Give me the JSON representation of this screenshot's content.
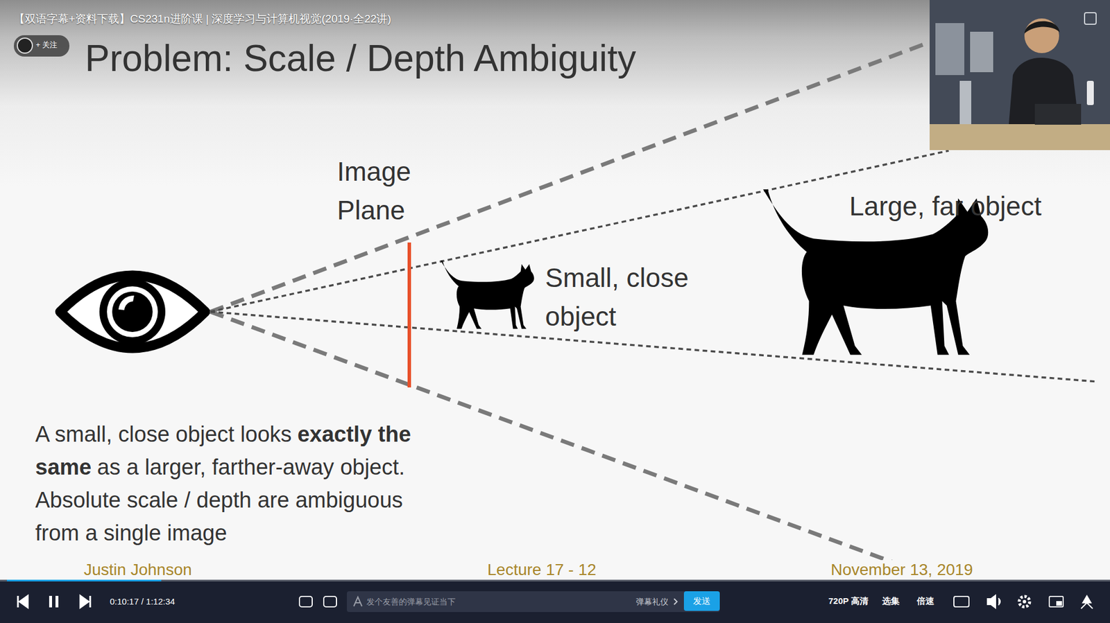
{
  "diagram": {
    "title": "Problem: Scale / Depth Ambiguity",
    "labels": [
      "【双语字幕+资料下载】CS231n进阶课 | 深度学习与计算机视觉(2019·全22讲)",
      "+ 关注",
      "Image Plane",
      "Small, close object",
      "Large, far object",
      "A small, close object looks",
      "exactly the same",
      "as a larger, farther-away object. Absolute scale / depth are ambiguous from a single image",
      "Justin Johnson",
      "0:10:17 / 1:12:34",
      "发个友善的弹幕见证当下",
      "Lecture 17 - 12",
      "弹幕礼仪",
      "发送",
      "720P 高清",
      "选集",
      "倍速",
      "November 13, 2019"
    ]
  }
}
